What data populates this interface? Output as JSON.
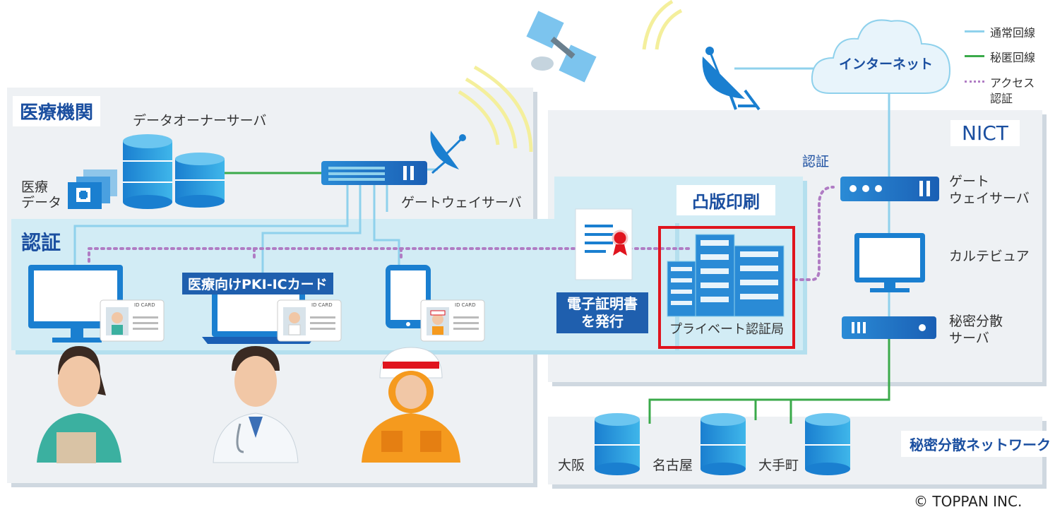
{
  "medical": {
    "title": "医療機関",
    "data_owner_server": "データオーナーサーバ",
    "medical_data_l1": "医療",
    "medical_data_l2": "データ",
    "gateway_server": "ゲートウェイサーバ",
    "auth": "認証",
    "pki_card": "医療向けPKI-ICカード",
    "id_card": "ID CARD"
  },
  "toppan": {
    "title": "凸版印刷",
    "cert_issue_l1": "電子証明書",
    "cert_issue_l2": "を発行",
    "private_ca": "プライベート認証局"
  },
  "nict": {
    "title": "NICT",
    "auth": "認証",
    "gateway_l1": "ゲート",
    "gateway_l2": "ウェイサーバ",
    "karte_viewer": "カルテビュア",
    "secret_server_l1": "秘密分散",
    "secret_server_l2": "サーバ"
  },
  "internet": "インターネット",
  "legend": {
    "normal": "通常回線",
    "secret": "秘匿回線",
    "access_l1": "アクセス",
    "access_l2": "認証"
  },
  "network": {
    "title": "秘密分散ネットワーク",
    "osaka": "大阪",
    "nagoya": "名古屋",
    "otemachi": "大手町"
  },
  "copyright": "© TOPPAN INC.",
  "colors": {
    "normal_line": "#8fd1ec",
    "secret_line": "#3aaa4a",
    "access_line": "#b07cc4",
    "highlight": "#e0141e",
    "brand_blue": "#1b4fa0"
  }
}
